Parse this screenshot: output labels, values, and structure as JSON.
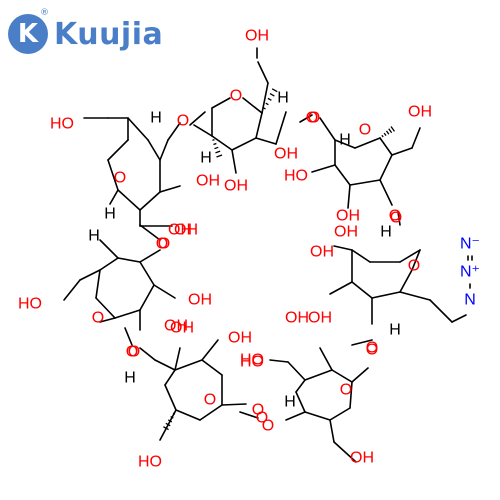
{
  "logo": {
    "mark": "K",
    "brand": "Kuujia",
    "registered": "®",
    "color": "#4a7fc8"
  },
  "colors": {
    "oxygen": "#ff0000",
    "nitrogen": "#0000ff",
    "carbon": "#000000",
    "hydrogen": "#000000"
  },
  "labels": {
    "O": "O",
    "H": "H",
    "OH": "OH",
    "HO": "HO",
    "N": "N",
    "N_plus": "N⁺",
    "N_minus": "N⁻"
  }
}
